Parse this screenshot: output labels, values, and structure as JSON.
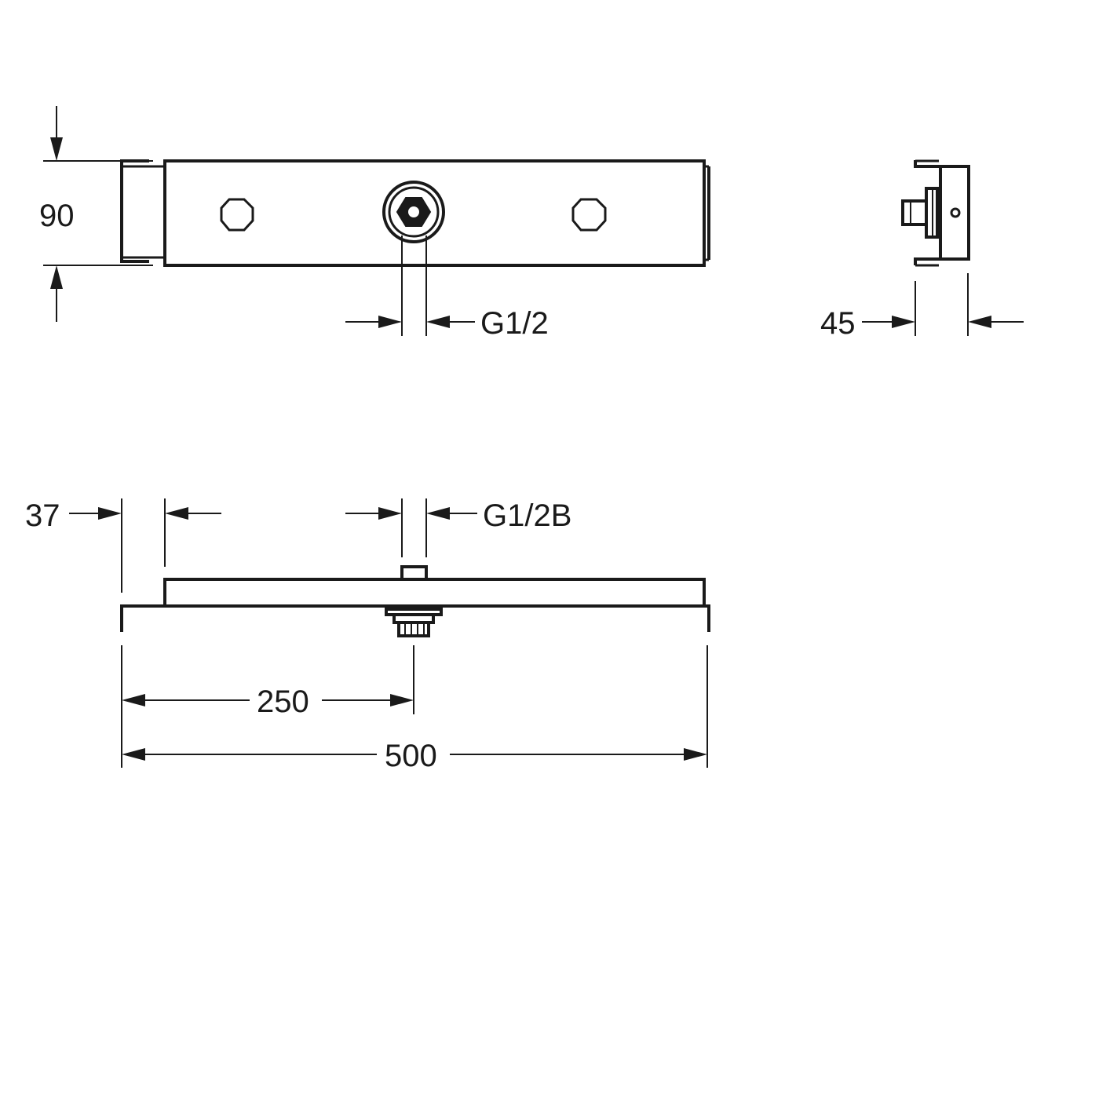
{
  "dimensions": {
    "height_90": "90",
    "thread_g12": "G1/2",
    "depth_45": "45",
    "offset_37": "37",
    "thread_g12b": "G1/2B",
    "center_250": "250",
    "length_500": "500"
  },
  "colors": {
    "line": "#1a1a1a",
    "background": "#ffffff"
  }
}
